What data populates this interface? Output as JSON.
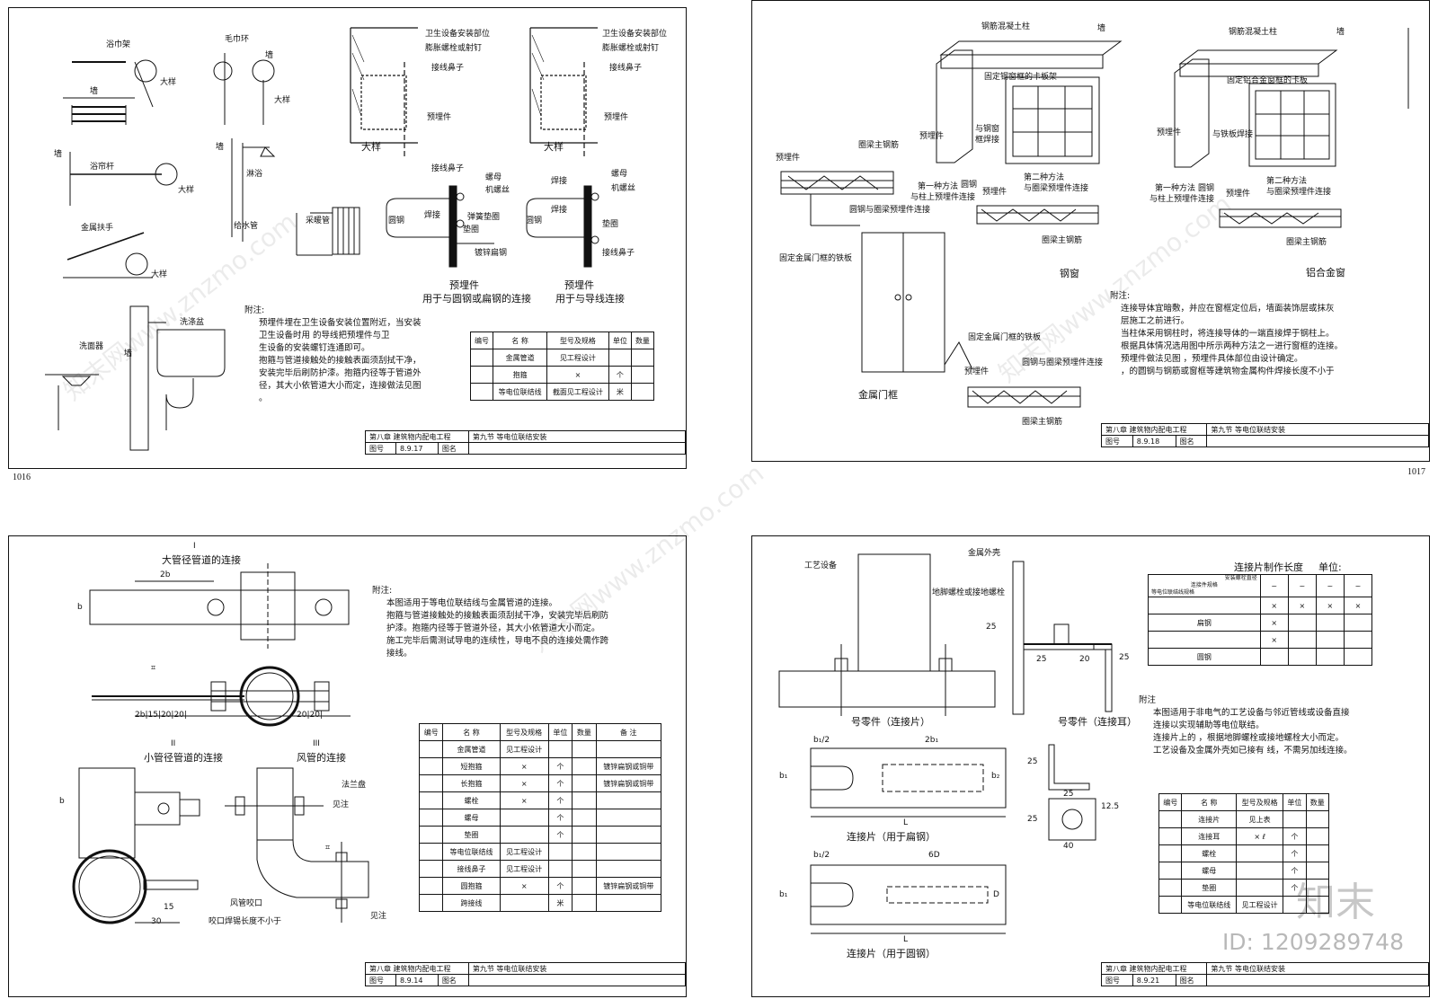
{
  "pages": {
    "top_left": {
      "page_number": "1016",
      "labels": {
        "towel_rack": "浴巾架",
        "towel_ring": "毛巾环",
        "wall1": "墙",
        "wall2": "墙",
        "wall3": "墙",
        "wall4": "墙",
        "wall5": "墙",
        "detail1": "大样",
        "detail2": "大样",
        "detail3": "大样",
        "detail4": "大样",
        "bath_bar": "浴帘杆",
        "shower": "淋浴",
        "metal_handle": "金属扶手",
        "drain": "给水管",
        "radiator": "采暖管",
        "wash_basin": "洗涤盆",
        "wash_face": "洗面器",
        "install_pos1": "卫生设备安装部位",
        "bolt1": "膨胀螺栓或射钉",
        "connector1": "接线鼻子",
        "embedded1": "预埋件",
        "big1": "大样",
        "install_pos2": "卫生设备安装部位",
        "bolt2": "膨胀螺栓或射钉",
        "connector2": "接线鼻子",
        "embedded2": "预埋件",
        "big2": "大样",
        "connector3": "接线鼻子",
        "nut1": "螺母",
        "machine_bolt": "机螺丝",
        "weld1": "焊接",
        "spring_washer": "弹簧垫圈",
        "washer": "垫圈",
        "round_steel1": "圆钢",
        "weld2": "焊接",
        "galv_flat": "镀锌扁钢",
        "weld3": "焊接",
        "nut2": "螺母",
        "machine_bolt2": "机螺丝",
        "round_steel2": "圆钢",
        "washer2": "垫圈",
        "connector4": "接线鼻子",
        "embed_a": "预埋件",
        "embed_a_sub": "用于与圆钢或扁钢的连接",
        "embed_b": "预埋件",
        "embed_b_sub": "用于与导线连接"
      },
      "notes_title": "附注:",
      "notes": [
        "预埋件埋在卫生设备安装位置附近，当安装",
        "卫生设备时用               的导线把预埋件与卫",
        "生设备的安装螺钉连通即可。",
        "抱箍与管道接触处的接触表面须刮拭干净，",
        "安装完毕后刷防护漆。抱箍内径等于管道外",
        "径，其大小依管道大小而定，连接做法见图",
        "。"
      ],
      "table": {
        "headers": [
          "编号",
          "名 称",
          "型号及规格",
          "单位",
          "数量"
        ],
        "rows": [
          [
            "",
            "金属管道",
            "见工程设计",
            "",
            ""
          ],
          [
            "",
            "抱箍",
            "×",
            "个",
            ""
          ],
          [
            "",
            "等电位联结线",
            "截面见工程设计",
            "米",
            ""
          ]
        ]
      },
      "titleblock": {
        "chapter": "第八章  建筑物内配电工程",
        "section": "第九节  等电位联结安装",
        "fig_label": "图号",
        "fig_no": "8.9.17",
        "name_label": "图名"
      }
    },
    "top_right": {
      "page_number": "1017",
      "labels": {
        "rc_column1": "钢筋混凝土柱",
        "wall1": "墙",
        "fix_frame": "固定钢窗框的卡板架",
        "weld_window": "与钢窗",
        "weld_window2": "框焊接",
        "embedded1": "预埋件",
        "ring_beam_main1": "圈梁主钢筋",
        "embedded2": "预埋件",
        "method1": "第一种方法",
        "method1b": "与柱上预埋件连接",
        "round_steel1": "圆钢",
        "method2": "第二种方法",
        "method2b": "与圈梁预埋件连接",
        "embedded3": "预埋件",
        "round_ring": "圆钢与圈梁预埋件连接",
        "ring_beam_main2": "圈梁主钢筋",
        "steel_window": "钢窗",
        "fix_door": "固定金属门框的铁板",
        "metal_door": "金属门框",
        "rc_column2": "钢筋混凝土柱",
        "wall2": "墙",
        "fix_alu": "固定铝合金窗框的卡板",
        "weld_plate": "与铁板焊接",
        "embedded4": "预埋件",
        "method1c": "第一种方法",
        "method1d": "与柱上预埋件连接",
        "round_steel2": "圆钢",
        "method2c": "第二种方法",
        "method2d": "与圈梁预埋件连接",
        "embedded5": "预埋件",
        "ring_beam_main3": "圈梁主钢筋",
        "alu_window": "铝合金窗",
        "fix_door2": "固定金属门框的铁板",
        "round_ring2": "圆钢与圈梁预埋件连接",
        "embedded6": "预埋件",
        "ring_beam_main4": "圈梁主钢筋"
      },
      "notes_title": "附注:",
      "notes": [
        "连接导体宜暗敷，并应在窗框定位后，墙面装饰层或抹灰",
        "层施工之前进行。",
        "当柱体采用钢柱时，将连接导体的一端直接焊于钢柱上。",
        "根据具体情况选用图中所示两种方法之一进行窗框的连接。",
        "预埋件做法见图           ，预埋件具体部位由设计确定。",
        "   ，的圆钢与钢筋或窗框等建筑物金属构件焊接长度不小于"
      ],
      "titleblock": {
        "chapter": "第八章  建筑物内配电工程",
        "section": "第九节  等电位联结安装",
        "fig_label": "图号",
        "fig_no": "8.9.18",
        "name_label": "图名"
      }
    },
    "bottom_left": {
      "labels": {
        "roman1": "I",
        "big_pipe": "大管径管道的连接",
        "dim_2b": "2b",
        "dim_b1": "b",
        "dims_row": "2b|15|20|20|",
        "dims_row2": "20|20|",
        "roman2": "II",
        "small_pipe": "小管径管道的连接",
        "dim_b2": "b",
        "dim_15": "15",
        "dim_30": "30",
        "roman3": "III",
        "duct": "风管的连接",
        "flange": "法兰盘",
        "see_note": "见注",
        "duct_bite": "风管咬口",
        "bite_len": "咬口焊锡长度不小于",
        "see_note2": "见注",
        "hash1": "⌗",
        "hash2": "⌗"
      },
      "notes_title": "附注:",
      "notes": [
        "本图适用于等电位联结线与金属管道的连接。",
        "抱箍与管道接触处的接触表面须刮拭干净，安装完毕后刷防",
        "护漆。抱箍内径等于管道外径，其大小依管道大小而定。",
        "施工完毕后需测试导电的连续性，导电不良的连接处需作跨",
        "接线。"
      ],
      "table": {
        "headers": [
          "编号",
          "名 称",
          "型号及规格",
          "单位",
          "数量",
          "备 注"
        ],
        "rows": [
          [
            "",
            "金属管道",
            "见工程设计",
            "",
            "",
            ""
          ],
          [
            "",
            "短抱箍",
            "×",
            "个",
            "",
            "镀锌扁钢或铜带"
          ],
          [
            "",
            "长抱箍",
            "×",
            "个",
            "",
            "镀锌扁钢或铜带"
          ],
          [
            "",
            "螺栓",
            "×",
            "个",
            "",
            ""
          ],
          [
            "",
            "螺母",
            "",
            "个",
            "",
            ""
          ],
          [
            "",
            "垫圈",
            "",
            "个",
            "",
            ""
          ],
          [
            "",
            "等电位联结线",
            "见工程设计",
            "",
            "",
            ""
          ],
          [
            "",
            "接线鼻子",
            "见工程设计",
            "",
            "",
            ""
          ],
          [
            "",
            "圆抱箍",
            "×",
            "个",
            "",
            "镀锌扁钢或铜带"
          ],
          [
            "",
            "跨接线",
            "",
            "米",
            "",
            ""
          ]
        ]
      },
      "titleblock": {
        "chapter": "第八章  建筑物内配电工程",
        "section": "第九节  等电位联结安装",
        "fig_label": "图号",
        "fig_no": "8.9.14",
        "name_label": "图名"
      }
    },
    "bottom_right": {
      "labels": {
        "process_eq": "工艺设备",
        "metal_shell": "金属外壳",
        "anchor": "地脚螺栓或接地螺栓",
        "dim25a": "25",
        "dim25b": "25",
        "dim20": "20",
        "dim25c": "25",
        "part_piece": "号零件（连接片）",
        "part_ear": "号零件（连接耳）",
        "b1_2a": "b₁/2",
        "two_b1": "2b₁",
        "b1a": "b₁",
        "b2": "b₂",
        "L1": "L",
        "flat_use": "连接片（用于扁钢）",
        "b1_2b": "b₁/2",
        "six_d": "6D",
        "b1b": "b₁",
        "D": "D",
        "L2": "L",
        "round_use": "连接片（用于圆钢）",
        "ear25": "25",
        "ear25b": "25",
        "ear25c": "25",
        "ear12": "12.5",
        "ear40": "40"
      },
      "length_table": {
        "title": "连接片制作长度",
        "unit": "单位:",
        "diag_top": "安装螺栓直径",
        "diag_mid": "连接件规格",
        "diag_bottom": "等电位联结线规格",
        "cols": [
          "~",
          "~",
          "~",
          "~"
        ],
        "rows": [
          [
            "",
            "×",
            "×",
            "×",
            "×"
          ],
          [
            "扁钢",
            "×",
            "",
            "",
            ""
          ],
          [
            "",
            "×",
            "",
            "",
            ""
          ],
          [
            "圆钢",
            "",
            "",
            "",
            ""
          ]
        ]
      },
      "notes_title": "附注",
      "notes": [
        "本图适用于非电气的工艺设备与邻近管线或设备直接",
        "连接以实现辅助等电位联结。",
        "连接片上的      ，根据地脚螺栓或接地螺栓大小而定。",
        "工艺设备及金属外壳如已接有      线，不需另加线连接。"
      ],
      "table": {
        "headers": [
          "编号",
          "名 称",
          "型号及规格",
          "单位",
          "数量"
        ],
        "rows": [
          [
            "",
            "连接片",
            "见上表",
            "",
            ""
          ],
          [
            "",
            "连接耳",
            "× ℓ",
            "个",
            ""
          ],
          [
            "",
            "螺栓",
            "",
            "个",
            ""
          ],
          [
            "",
            "螺母",
            "",
            "个",
            ""
          ],
          [
            "",
            "垫圈",
            "",
            "个",
            ""
          ],
          [
            "",
            "等电位联结线",
            "见工程设计",
            "",
            ""
          ]
        ]
      },
      "titleblock": {
        "chapter": "第八章  建筑物内配电工程",
        "section": "第九节  等电位联结安装",
        "fig_label": "图号",
        "fig_no": "8.9.21",
        "name_label": "图名"
      }
    }
  },
  "watermark": {
    "text": "知末网www.znzmo.com",
    "logo": "知末",
    "id_text": "ID: 1209289748"
  }
}
